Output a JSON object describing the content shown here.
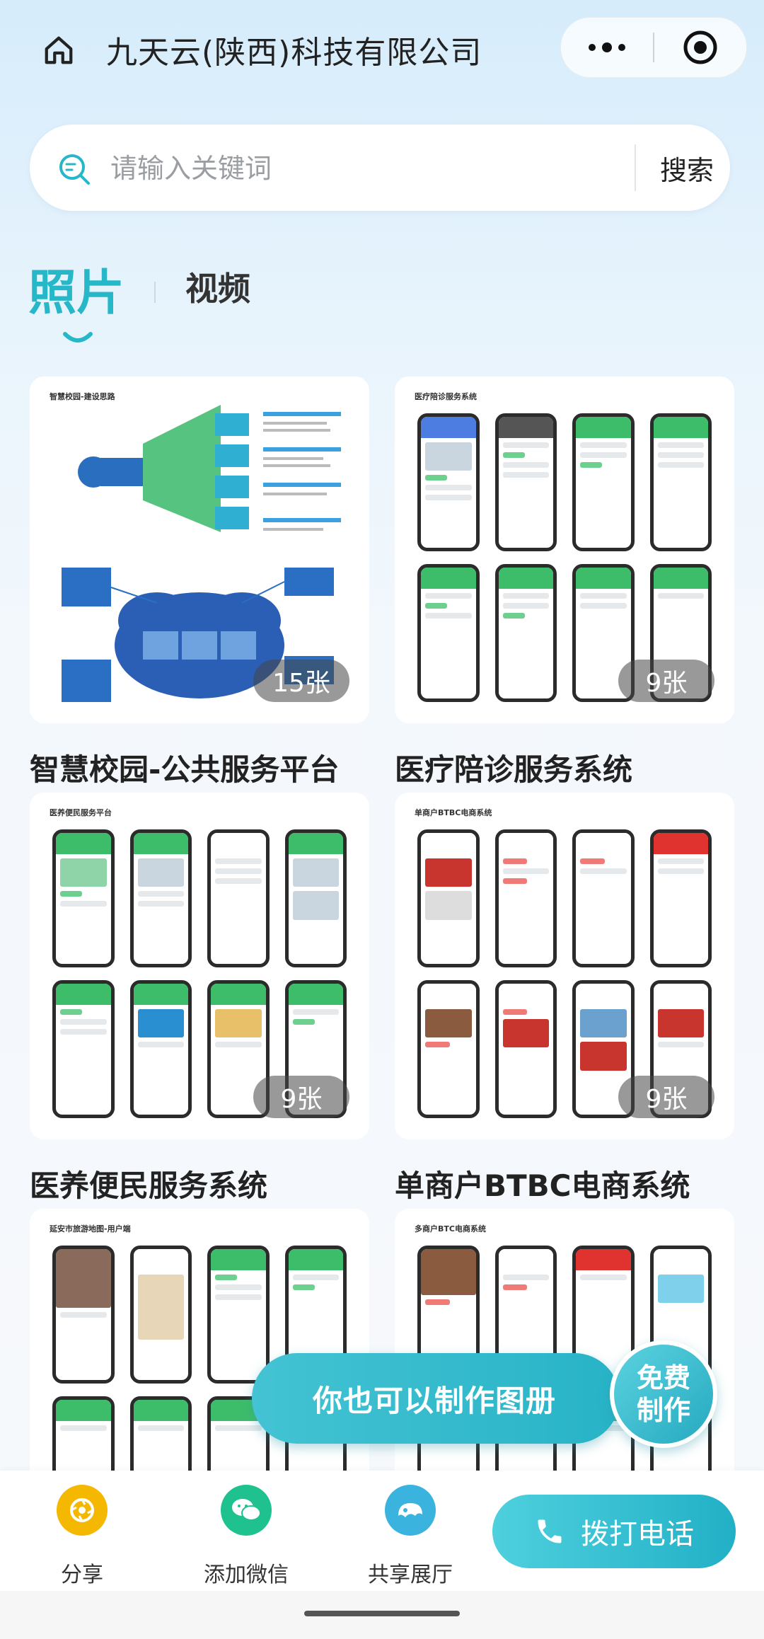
{
  "header": {
    "title": "九天云(陕西)科技有限公司"
  },
  "search": {
    "placeholder": "请输入关键词",
    "button_label": "搜索"
  },
  "tabs": [
    {
      "label": "照片",
      "active": true
    },
    {
      "label": "视频",
      "active": false
    }
  ],
  "albums": [
    {
      "title": "智慧校园-公共服务平台",
      "count": "15张",
      "caption": "智慧校园-建设思路"
    },
    {
      "title": "医疗陪诊服务系统",
      "count": "9张",
      "caption": "医疗陪诊服务系统"
    },
    {
      "title": "医养便民服务系统",
      "count": "9张",
      "caption": "医养便民服务平台"
    },
    {
      "title": "单商户BTBC电商系统",
      "count": "9张",
      "caption": "单商户BTBC电商系统"
    },
    {
      "title": "",
      "count": "",
      "caption": "延安市旅游地图-用户端"
    },
    {
      "title": "",
      "count": "",
      "caption": "多商户BTC电商系统"
    }
  ],
  "floating": {
    "banner_text": "你也可以制作图册",
    "circle_line1": "免费",
    "circle_line2": "制作"
  },
  "bottom_bar": {
    "share_label": "分享",
    "wechat_label": "添加微信",
    "hall_label": "共享展厅",
    "call_label": "拨打电话"
  },
  "colors": {
    "accent": "#26b7c9",
    "share_icon": "#f5b800",
    "wechat_icon": "#1fc28e",
    "hall_icon": "#3ab3de"
  }
}
